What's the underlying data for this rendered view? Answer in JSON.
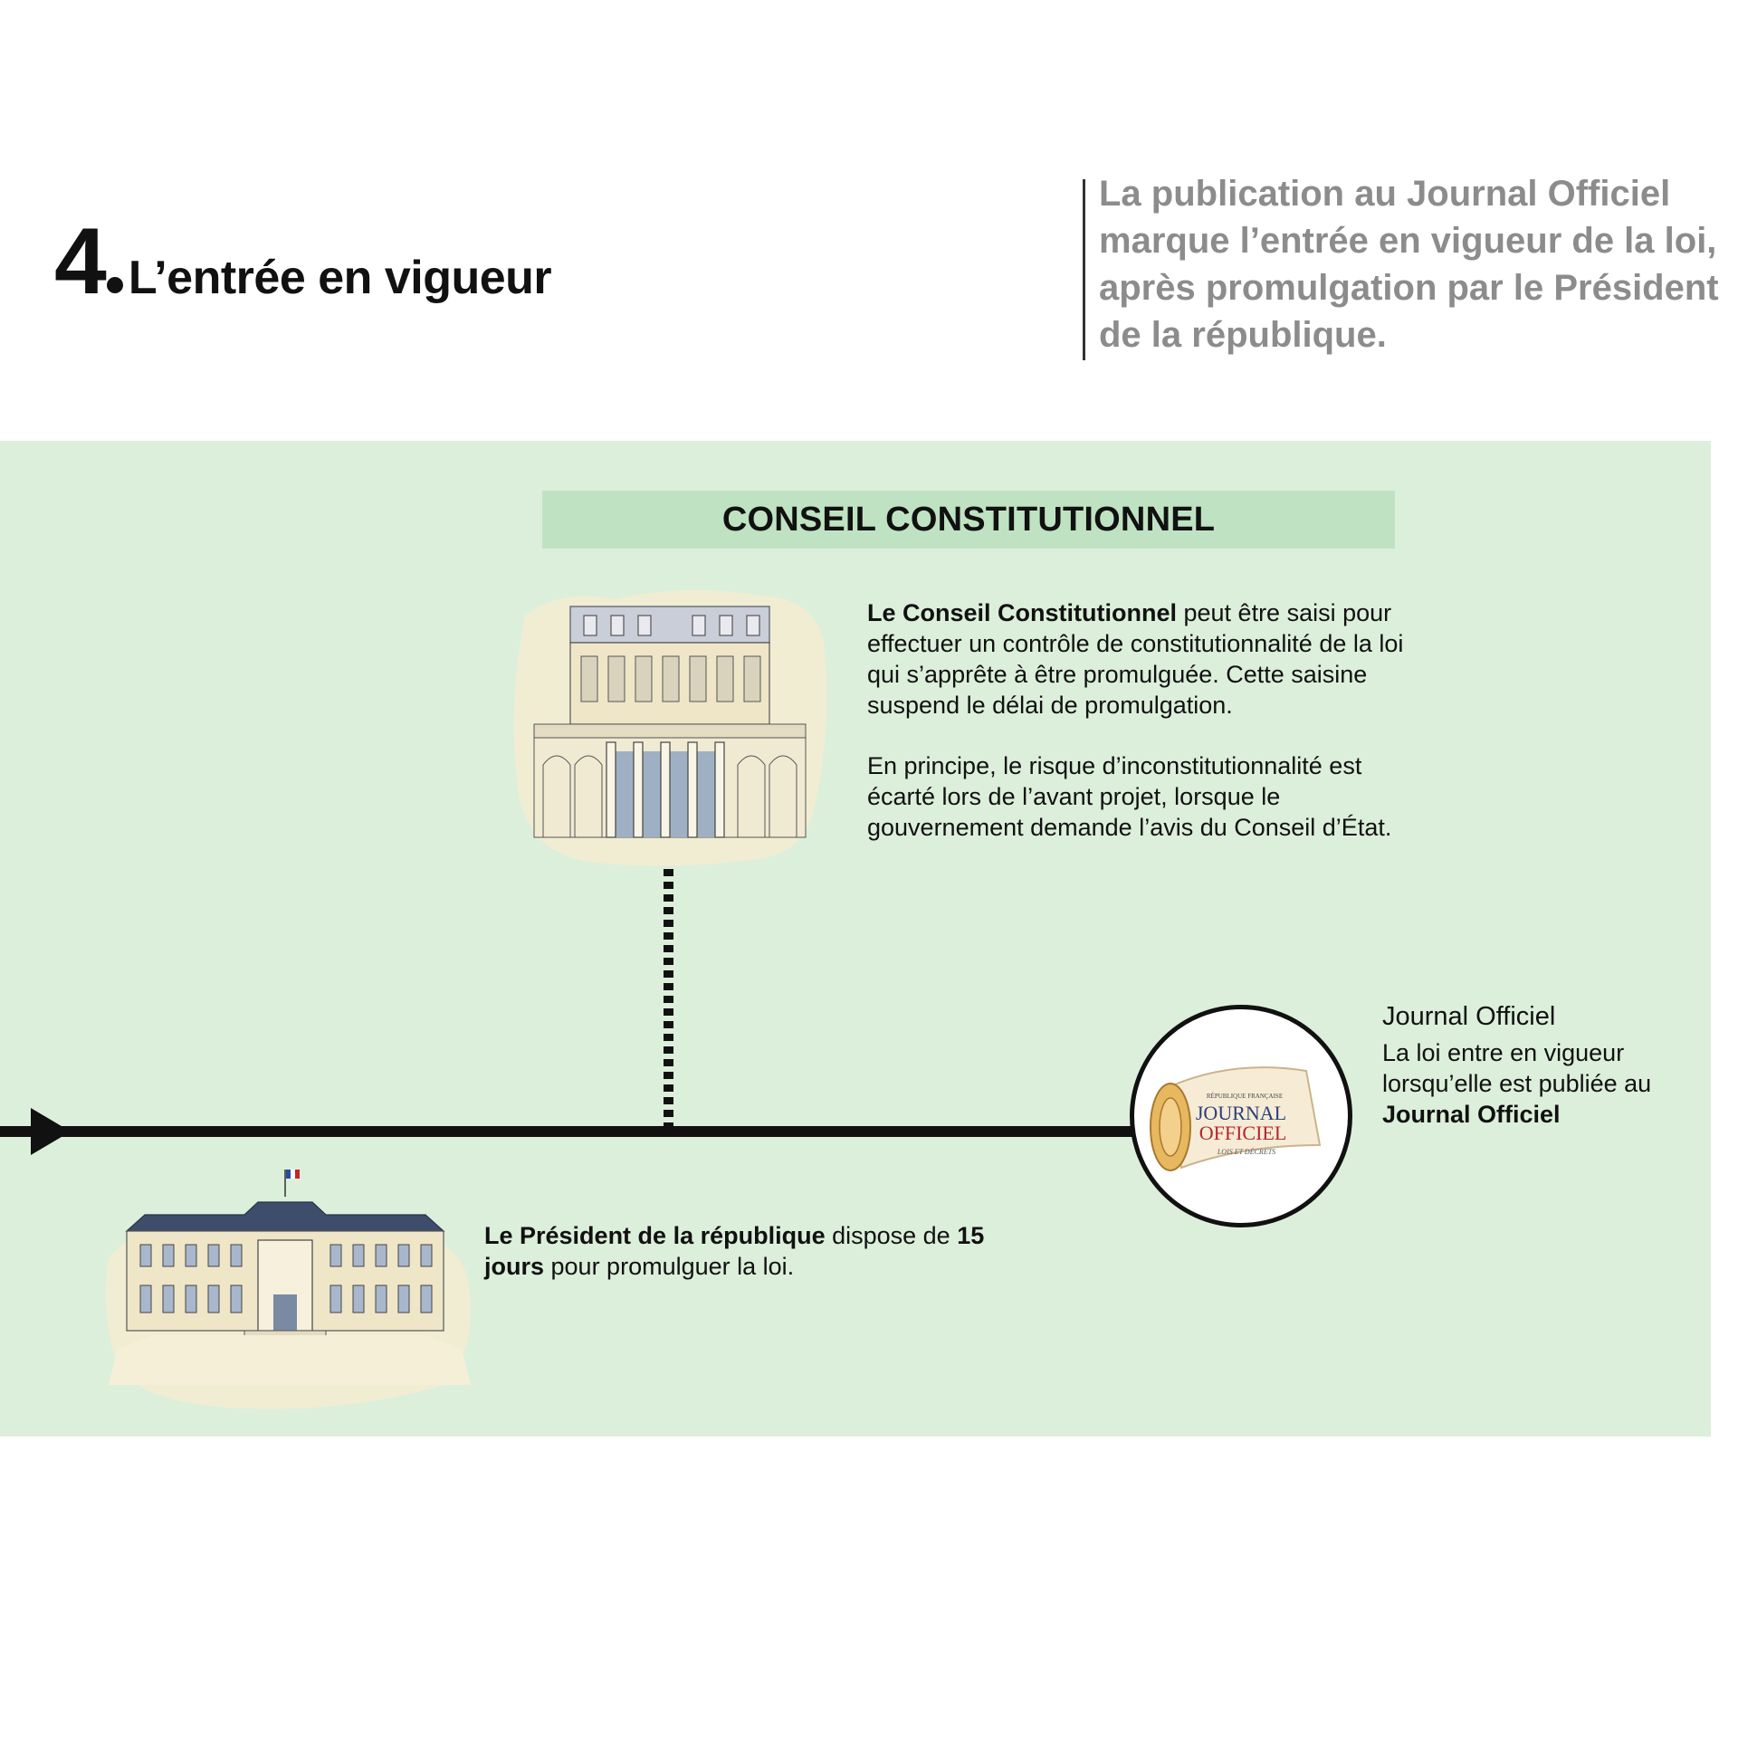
{
  "header": {
    "number": "4",
    "title": "L’entrée en vigueur",
    "intro": "La publication au Journal Officiel marque l’entrée en vigueur de la loi, après promulgation par le Président de la république."
  },
  "conseil": {
    "heading": "CONSEIL CONSTITUTIONNEL",
    "p1_bold": "Le Conseil Constitutionnel",
    "p1_rest": " peut être saisi pour effectuer un contrôle de constitutionnalité de la loi qui s’apprête à être promulguée. Cette saisine suspend le délai de promulgation.",
    "p2": "En principe, le risque d’inconstitutionnalité est écarté lors de l’avant projet, lorsque le gouvernement demande l’avis du Conseil d’État."
  },
  "president": {
    "bold1": "Le Président de la république",
    "text1": " dispose de ",
    "bold2": "15 jours",
    "text2": " pour promulguer la loi."
  },
  "journal": {
    "title": "Journal  Officiel",
    "body": "La loi entre en vigueur lorsqu’elle est publiée au ",
    "body_bold": "Journal Officiel",
    "paper_top": "RÉPUBLIQUE FRANÇAISE",
    "paper_line1": "JOURNAL",
    "paper_line2": "OFFICIEL",
    "paper_bottom": "LOIS ET DÉCRETS"
  },
  "colors": {
    "band": "#dcefdb",
    "header_bar": "#bfe3c2",
    "intro_text": "#8c8c8c",
    "ink": "#111111"
  }
}
